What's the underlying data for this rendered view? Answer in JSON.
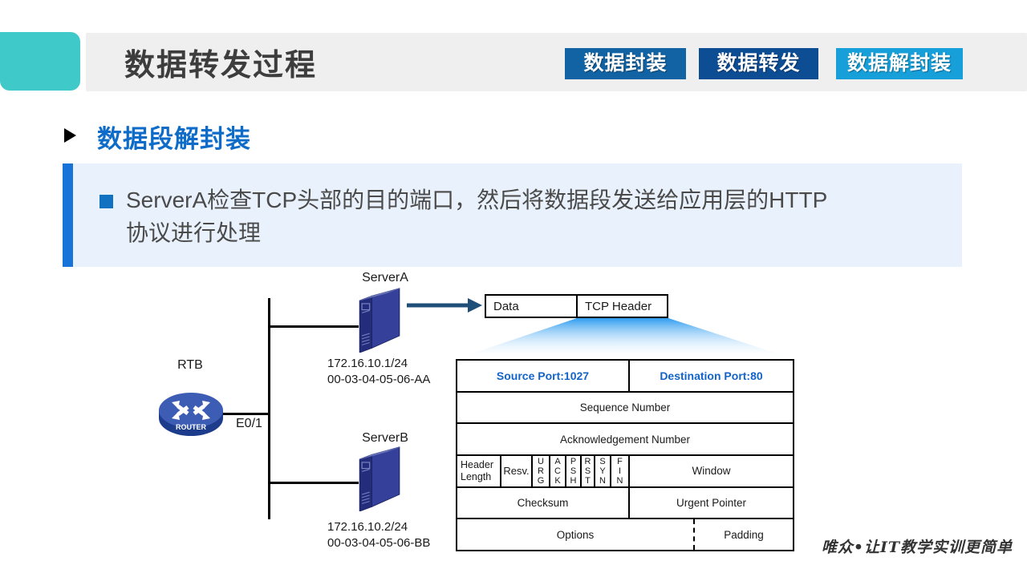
{
  "header": {
    "title": "数据转发过程",
    "buttons": [
      {
        "label": "数据封装",
        "color": "#1263a3"
      },
      {
        "label": "数据转发",
        "color": "#0d4d94"
      },
      {
        "label": "数据解封装",
        "color": "#169fd9",
        "state": "active"
      }
    ]
  },
  "section": {
    "heading": "数据段解封装"
  },
  "callout": {
    "text": "ServerA检查TCP头部的目的端口，然后将数据段发送给应用层的HTTP\n协议进行处理"
  },
  "topology": {
    "router": {
      "name": "RTB",
      "interface": "E0/1",
      "device_label": "ROUTER"
    },
    "server_a": {
      "name": "ServerA",
      "ip": "172.16.10.1/24",
      "mac": "00-03-04-05-06-AA"
    },
    "server_b": {
      "name": "ServerB",
      "ip": "172.16.10.2/24",
      "mac": "00-03-04-05-06-BB"
    }
  },
  "packet": {
    "data_label": "Data",
    "tcp_label": "TCP Header"
  },
  "tcp": {
    "source_port": "Source Port:1027",
    "dest_port": "Destination Port:80",
    "sequence": "Sequence Number",
    "ack_number": "Acknowledgement Number",
    "header_length": "Header\nLength",
    "resv": "Resv.",
    "flags": [
      "U\nR\nG",
      "A\nC\nK",
      "P\nS\nH",
      "R\nS\nT",
      "S\nY\nN",
      "F\nI\nN"
    ],
    "window": "Window",
    "checksum": "Checksum",
    "urgent_pointer": "Urgent  Pointer",
    "options": "Options",
    "padding": "Padding"
  },
  "footer": {
    "watermark": "唯众•让IT教学实训更简单"
  },
  "colors": {
    "accent_teal": "#3fc9c9",
    "header_bar_gray": "#efefef",
    "heading_blue": "#0e6cc8",
    "callout_bg": "#e9f2fc",
    "callout_bar": "#1873d8",
    "button_dark_blue": "#0d4d94",
    "button_blue": "#1263a3",
    "button_active_blue": "#169fd9",
    "port_text_blue": "#1464c8",
    "funnel_blue": "#2e9cf0",
    "arrow_blue": "#1f4e79",
    "device_navy": "#2a3489"
  }
}
